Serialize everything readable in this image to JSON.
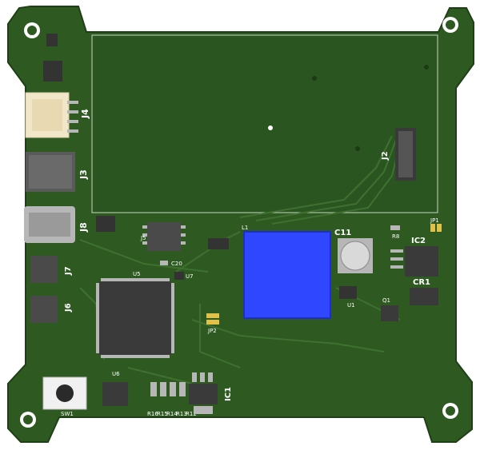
{
  "board": {
    "colors": {
      "soldermask": "#2e5a22",
      "soldermask_dark": "#244a1b",
      "trace": "#3b6d2b",
      "silkscreen": "#ffffff",
      "ic_body": "#3a3a3a",
      "inductor": "#2f47ff",
      "gold": "#e2c14a",
      "connector_white": "#f2e6c8",
      "metal": "#b7b7b7"
    },
    "labels": {
      "j4": "J4",
      "j3": "J3",
      "j8": "J8",
      "j7": "J7",
      "j6": "J6",
      "j5": "J5",
      "j2": "J2",
      "u5": "U5",
      "u6": "U6",
      "u7": "U7",
      "u1": "U1",
      "c20": "C20",
      "c11": "C11",
      "l1": "L1",
      "ic1": "IC1",
      "ic2": "IC2",
      "cr1": "CR1",
      "q1": "Q1",
      "r8": "R8",
      "jp1": "JP1",
      "jp2": "JP2",
      "sw1": "SW1",
      "r12": "R12",
      "r13": "R13",
      "r14": "R14",
      "r15": "R15",
      "r16": "R16"
    },
    "icons": {
      "mounting_hole": "mounting-hole-icon",
      "push_button": "push-button-icon"
    }
  }
}
